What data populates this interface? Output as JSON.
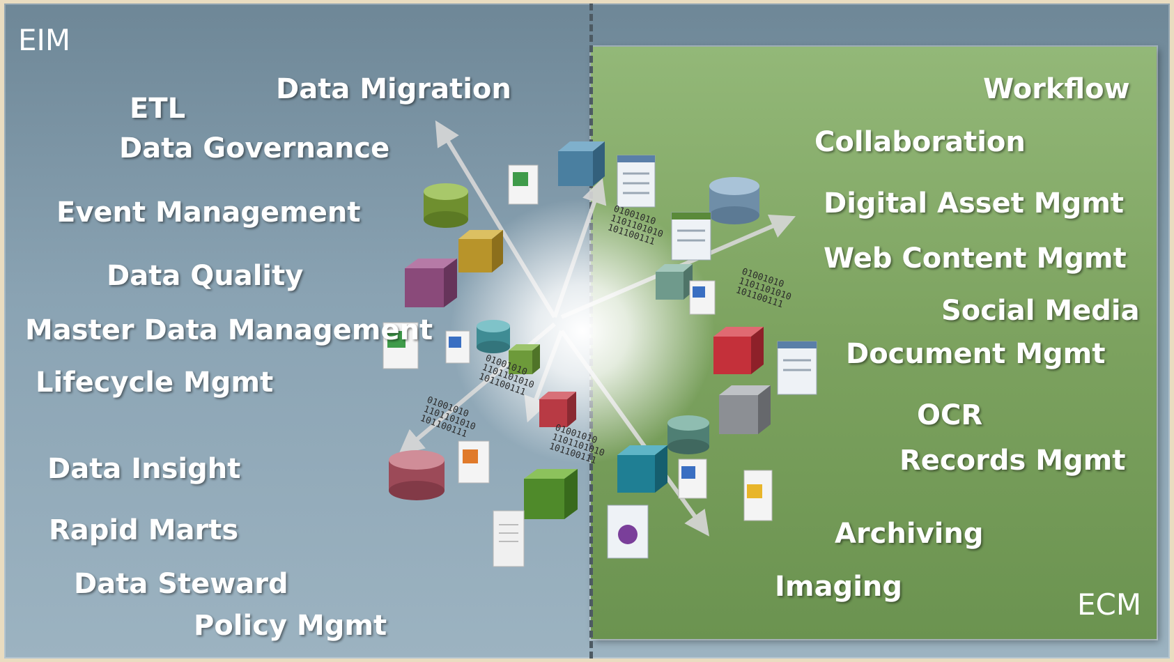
{
  "eim": {
    "label": "EIM",
    "items": [
      "Data Migration",
      "ETL",
      "Data Governance",
      "Event Management",
      "Data Quality",
      "Master Data Management",
      "Lifecycle Mgmt",
      "Data Insight",
      "Rapid Marts",
      "Data Steward",
      "Policy Mgmt"
    ]
  },
  "ecm": {
    "label": "ECM",
    "items": [
      "Workflow",
      "Collaboration",
      "Digital Asset Mgmt",
      "Web Content Mgmt",
      "Social Media",
      "Document Mgmt",
      "OCR",
      "Records Mgmt",
      "Archiving",
      "Imaging"
    ]
  },
  "binary_text": "01001010 1101101010 101100111",
  "colors": {
    "eim_background": "#7f98a8",
    "ecm_background": "#7ca25f",
    "divider": "#4d5a63",
    "text": "#ffffff"
  }
}
